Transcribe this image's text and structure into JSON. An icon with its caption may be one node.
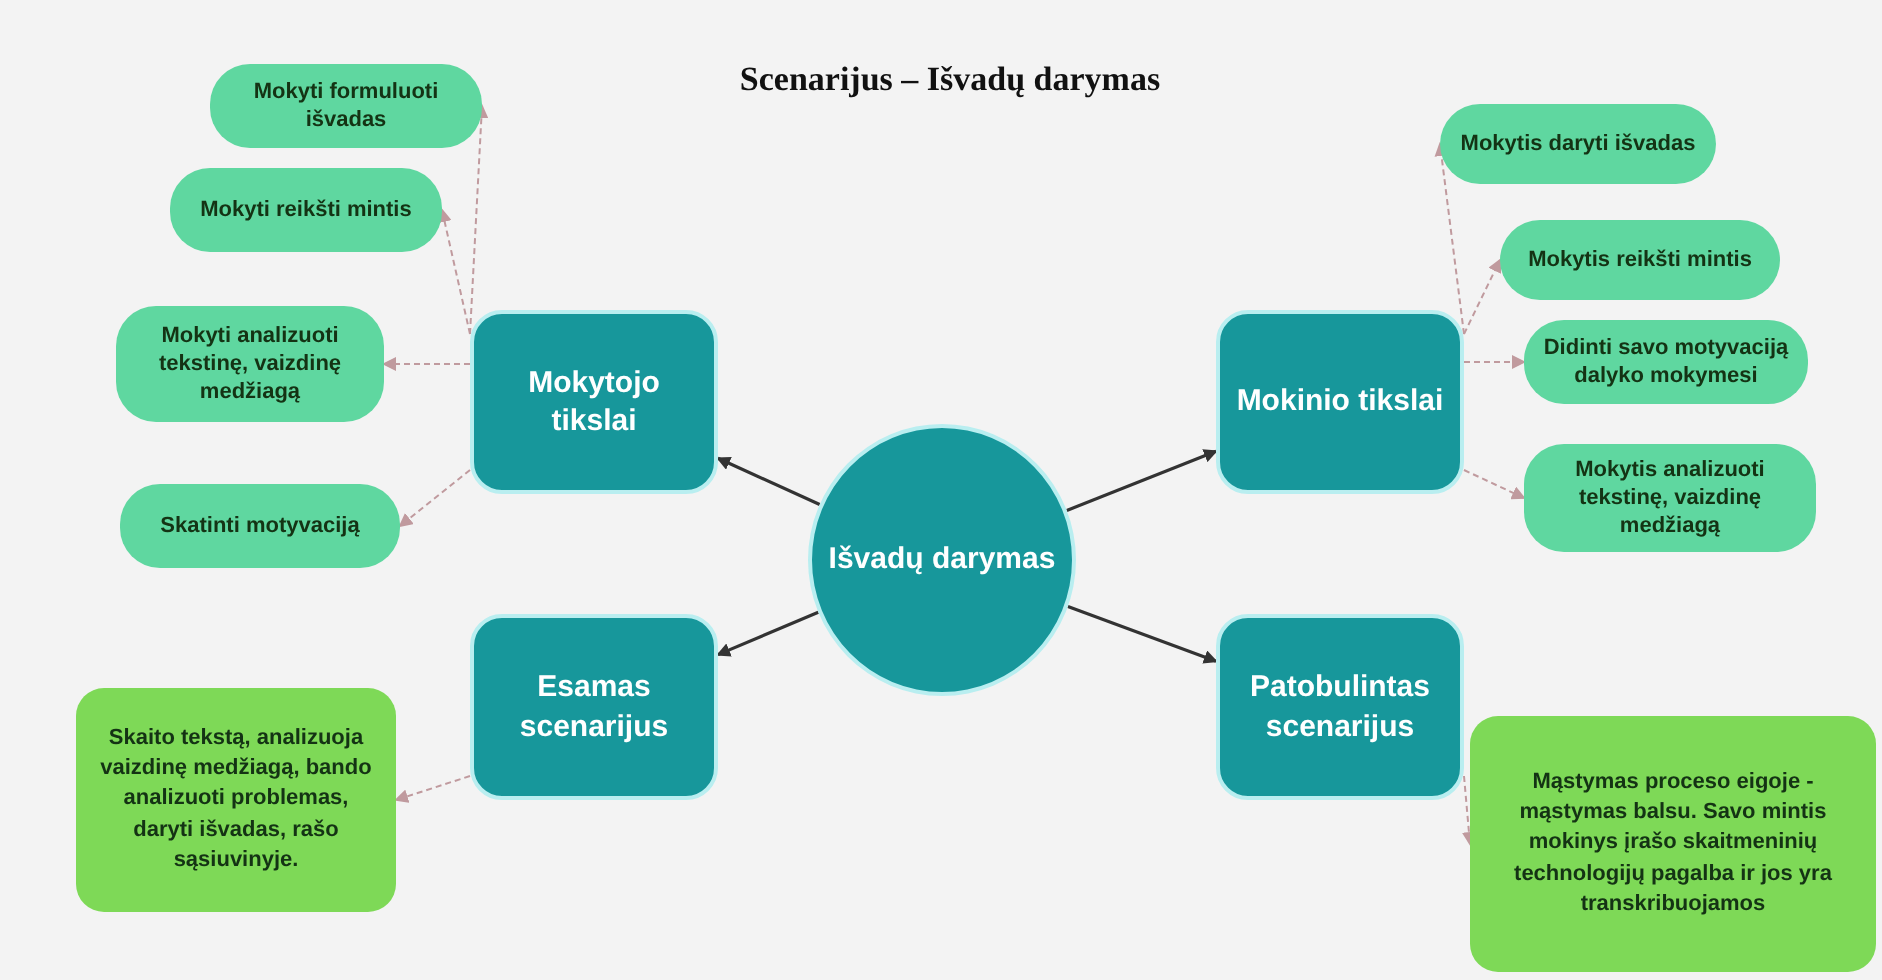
{
  "diagram": {
    "title": "Scenarijus – Išvadų darymas",
    "nodes": [
      {
        "text": [
          "Išvadų darymas"
        ]
      },
      {
        "text": [
          "Mokytojo tikslai"
        ]
      },
      {
        "text": [
          "Mokinio tikslai"
        ]
      },
      {
        "text": [
          "Esamas scenarijus"
        ]
      },
      {
        "text": [
          "Patobulintas scenarijus"
        ]
      },
      {
        "text": [
          "Mokyti formuluoti išvadas"
        ]
      },
      {
        "text": [
          "Mokyti reikšti mintis"
        ]
      },
      {
        "text": [
          "Mokyti analizuoti tekstinę, vaizdinę medžiagą"
        ]
      },
      {
        "text": [
          "Skatinti motyvaciją"
        ]
      },
      {
        "text": [
          "Mokytis daryti išvadas"
        ]
      },
      {
        "text": [
          "Mokytis reikšti mintis"
        ]
      },
      {
        "text": [
          "Didinti savo motyvaciją dalyko mokymesi"
        ]
      },
      {
        "text": [
          "Mokytis analizuoti tekstinę, vaizdinę medžiagą"
        ]
      },
      {
        "text": [
          "Skaito tekstą, analizuoja vaizdinę medžiagą, bando analizuoti problemas, daryti išvadas, rašo sąsiuvinyje."
        ]
      },
      {
        "text": [
          "Mąstymas proceso eigoje - mąstymas balsu. Savo mintis mokinys įrašo skaitmeninių technologijų pagalba ir jos yra transkribuojamos"
        ]
      }
    ],
    "edges": [
      {
        "from": 0,
        "to": 1,
        "arrow": "to",
        "color": "#333333"
      },
      {
        "from": 0,
        "to": 2,
        "arrow": "to",
        "color": "#333333"
      },
      {
        "from": 0,
        "to": 3,
        "arrow": "to",
        "color": "#333333"
      },
      {
        "from": 0,
        "to": 4,
        "arrow": "to",
        "color": "#333333"
      },
      {
        "from": 1,
        "to": 5,
        "arrow": "to",
        "style": "dashed"
      },
      {
        "from": 1,
        "to": 6,
        "arrow": "to",
        "style": "dashed"
      },
      {
        "from": 1,
        "to": 7,
        "arrow": "to",
        "style": "dashed"
      },
      {
        "from": 1,
        "to": 8,
        "arrow": "to",
        "style": "dashed"
      },
      {
        "from": 2,
        "to": 9,
        "arrow": "to",
        "style": "dashed"
      },
      {
        "from": 2,
        "to": 10,
        "arrow": "to",
        "style": "dashed"
      },
      {
        "from": 2,
        "to": 11,
        "arrow": "to",
        "style": "dashed"
      },
      {
        "from": 2,
        "to": 12,
        "arrow": "to",
        "style": "dashed"
      },
      {
        "from": 3,
        "to": 13,
        "arrow": "to",
        "style": "dashed"
      },
      {
        "from": 4,
        "to": 14,
        "arrow": "to",
        "style": "dashed"
      }
    ]
  }
}
